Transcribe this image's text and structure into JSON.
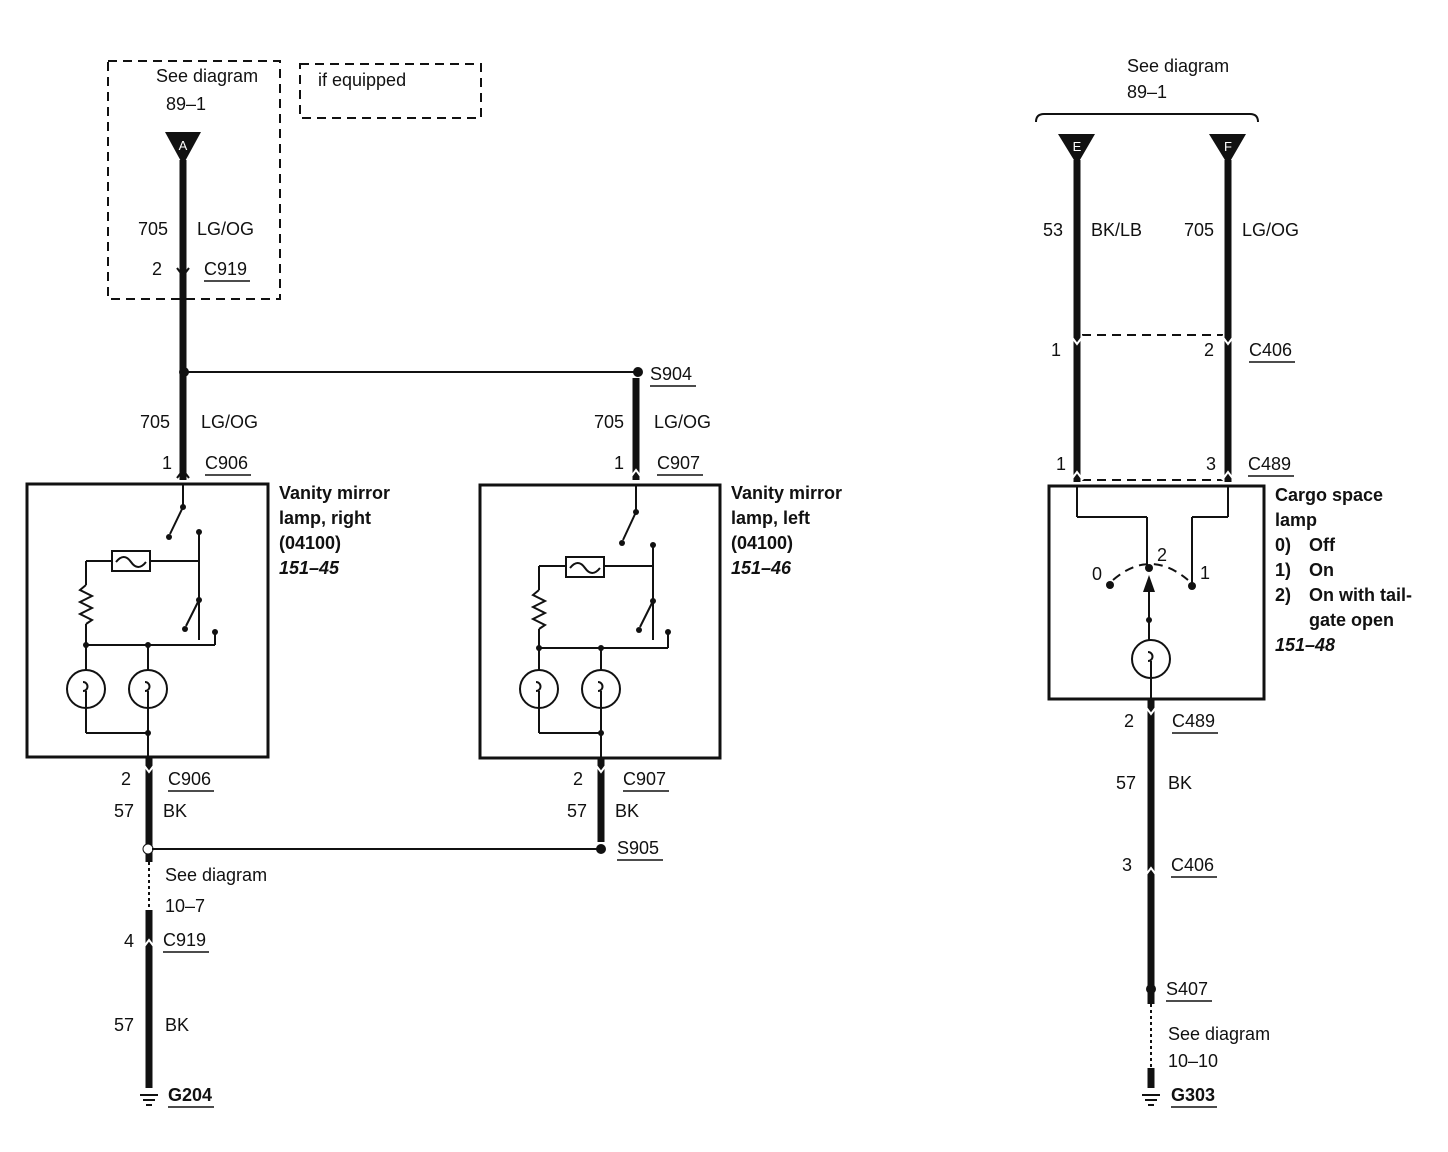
{
  "left_refs": {
    "top_diagram": "See diagram",
    "top_diagram_num": "89–1",
    "if_equipped": "if equipped",
    "connector_a": "A",
    "bottom_diagram": "See diagram",
    "bottom_diagram_num": "10–7"
  },
  "right_refs": {
    "top_diagram": "See diagram",
    "top_diagram_num": "89–1",
    "connector_e": "E",
    "connector_f": "F",
    "bottom_diagram": "See diagram",
    "bottom_diagram_num": "10–10"
  },
  "wires": {
    "w705": "705",
    "lg_og": "LG/OG",
    "w57": "57",
    "bk": "BK",
    "w53": "53",
    "bk_lb": "BK/LB"
  },
  "connectors": {
    "c919": "C919",
    "c906": "C906",
    "c907": "C907",
    "c406": "C406",
    "c489": "C489",
    "s904": "S904",
    "s905": "S905",
    "s407": "S407",
    "g204": "G204",
    "g303": "G303"
  },
  "pins": {
    "p1": "1",
    "p2": "2",
    "p3": "3",
    "p4": "4"
  },
  "components": {
    "vanity_right": {
      "name_line1": "Vanity mirror",
      "name_line2": "lamp, right",
      "part": "(04100)",
      "ref": "151–45"
    },
    "vanity_left": {
      "name_line1": "Vanity mirror",
      "name_line2": "lamp, left",
      "part": "(04100)",
      "ref": "151–46"
    },
    "cargo": {
      "name_line1": "Cargo space",
      "name_line2": "lamp",
      "opt0_num": "0)",
      "opt0": "Off",
      "opt1_num": "1)",
      "opt1": "On",
      "opt2_num": "2)",
      "opt2_line1": "On with tail-",
      "opt2_line2": "gate open",
      "ref": "151–48",
      "pos0": "0",
      "pos1": "1",
      "pos2": "2"
    }
  }
}
